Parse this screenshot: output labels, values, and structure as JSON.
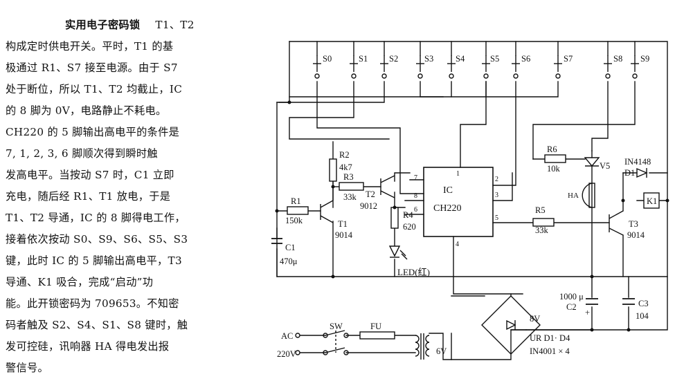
{
  "article": {
    "title": "实用电子密码锁",
    "line1_rest": "T1、T2",
    "lines": [
      "构成定时供电开关。平时，T1 的基",
      "极通过 R1、S7 接至电源。由于 S7",
      "处于断位，所以 T1、T2 均截止，IC",
      "的 8 脚为 0V，电路静止不耗电。",
      "CH220 的 5 脚输出高电平的条件是",
      "7, 1, 2, 3, 6 脚顺次得到瞬时触",
      "发高电平。当按动 S7 时，C1 立即",
      "充电，随后经 R1、T1 放电，于是",
      "T1、T2 导通，IC 的 8 脚得电工作，",
      "接着依次按动 S0、S9、S6、S5、S3",
      "键，此时 IC 的 5 脚输出高电平，T3",
      "导通、K1 吸合，完成“启动”功",
      "能。此开锁密码为 709653。不知密",
      "码者触及 S2、S4、S1、S8 键时，触",
      "发可控硅，讯响器 HA 得电发出报",
      "警信号。"
    ]
  },
  "schematic": {
    "switches": [
      "S0",
      "S1",
      "S2",
      "S3",
      "S4",
      "S5",
      "S6",
      "S7",
      "S8",
      "S9"
    ],
    "ic": {
      "name": "IC",
      "part": "CH220",
      "pins": [
        "1",
        "2",
        "3",
        "4",
        "5",
        "6",
        "7",
        "8"
      ]
    },
    "r1": {
      "name": "R1",
      "value": "150k"
    },
    "r2": {
      "name": "R2",
      "value": "4k7"
    },
    "r3": {
      "name": "R3",
      "value": "33k"
    },
    "r4": {
      "name": "R4",
      "value": "620"
    },
    "r5": {
      "name": "R5",
      "value": "33k"
    },
    "r6": {
      "name": "R6",
      "value": "10k"
    },
    "c1": {
      "name": "C1",
      "value": "470μ"
    },
    "c2": {
      "name": "C2",
      "value": "1000 μ"
    },
    "c3": {
      "name": "C3",
      "value": "104"
    },
    "t1": {
      "name": "T1",
      "part": "9014"
    },
    "t2": {
      "name": "T2",
      "part": "9012"
    },
    "t3": {
      "name": "T3",
      "part": "9014"
    },
    "v5": "V5",
    "ha": "HA",
    "k1": "K1",
    "d1": {
      "name": "D1",
      "part": "IN4148"
    },
    "led": "LED(红)",
    "bridge": {
      "name": "UR D1· D4",
      "part": "IN4001 × 4",
      "voltage": "8V"
    },
    "transformer_secondary": "6V",
    "ac": {
      "label": "AC",
      "voltage": "220V"
    },
    "sw": "SW",
    "fu": "FU",
    "c2_polarity": "+"
  }
}
